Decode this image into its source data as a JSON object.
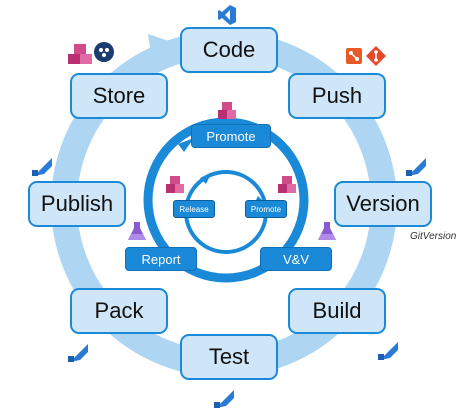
{
  "outer_cycle": [
    "Code",
    "Push",
    "Version",
    "Build",
    "Test",
    "Pack",
    "Publish",
    "Store"
  ],
  "inner_cycle": {
    "promote_top": "Promote",
    "report": "Report",
    "vv": "V&V",
    "release": "Release",
    "promote_small": "Promote"
  },
  "annotations": {
    "gitversion": "GitVersion"
  },
  "colors": {
    "node_fill": "#cfe6f8",
    "node_border": "#1a8ad8",
    "outer_ring": "#aed6f2",
    "inner_ring": "#1a8ad8",
    "inner_box": "#1a8ad8"
  },
  "icons": [
    "visual-studio-icon",
    "git-icon",
    "azure-artifacts-icon",
    "azure-pipelines-icon",
    "flask-icon",
    "package-icon"
  ]
}
